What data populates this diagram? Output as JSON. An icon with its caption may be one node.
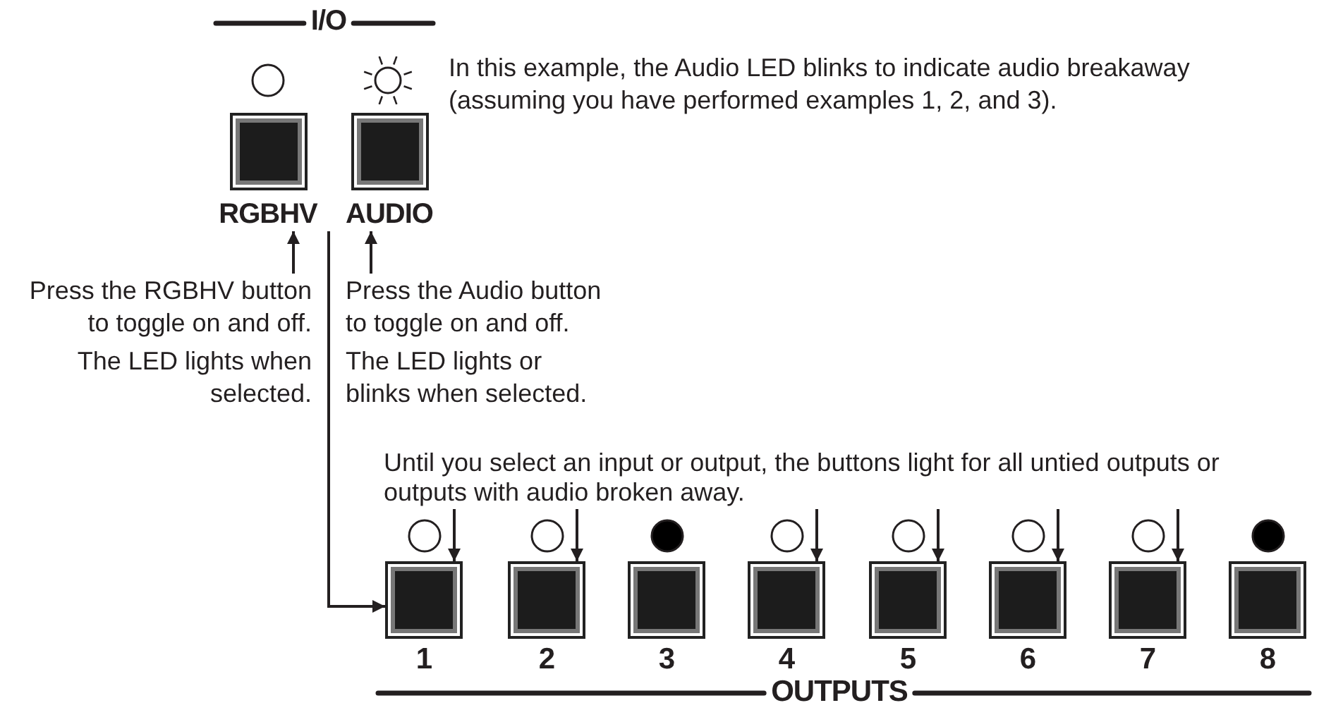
{
  "diagram": {
    "nodes": [
      {
        "text": [
          "RGBHV"
        ]
      },
      {
        "text": [
          "AUDIO"
        ]
      },
      {
        "text": [
          "Press the RGBHV button to toggle on and off.",
          "The LED lights when selected."
        ]
      },
      {
        "text": [
          "Press the Audio button to toggle on and off.",
          "The LED lights or blinks when selected."
        ]
      },
      {
        "text": [
          "Until you select an input or output, the buttons light for all untied outputs or outputs with audio broken away."
        ]
      },
      {
        "text": [
          "1"
        ]
      },
      {
        "text": [
          "2"
        ]
      },
      {
        "text": [
          "3"
        ]
      },
      {
        "text": [
          "4"
        ]
      },
      {
        "text": [
          "5"
        ]
      },
      {
        "text": [
          "6"
        ]
      },
      {
        "text": [
          "7"
        ]
      },
      {
        "text": [
          "8"
        ]
      }
    ],
    "edges": [
      {
        "from": 2,
        "to": 0,
        "arrow": "to"
      },
      {
        "from": 3,
        "to": 1,
        "arrow": "to"
      },
      {
        "from": 0,
        "to": 5,
        "arrow": "to"
      },
      {
        "from": 4,
        "to": 5,
        "arrow": "to"
      },
      {
        "from": 4,
        "to": 6,
        "arrow": "to"
      },
      {
        "from": 4,
        "to": 8,
        "arrow": "to"
      },
      {
        "from": 4,
        "to": 9,
        "arrow": "to"
      },
      {
        "from": 4,
        "to": 10,
        "arrow": "to"
      },
      {
        "from": 4,
        "to": 11,
        "arrow": "to"
      }
    ],
    "labels": [
      "I/O",
      "In this example, the Audio LED blinks to indicate audio breakaway (assuming you have performed examples 1, 2, and 3).",
      "OUTPUTS"
    ]
  }
}
